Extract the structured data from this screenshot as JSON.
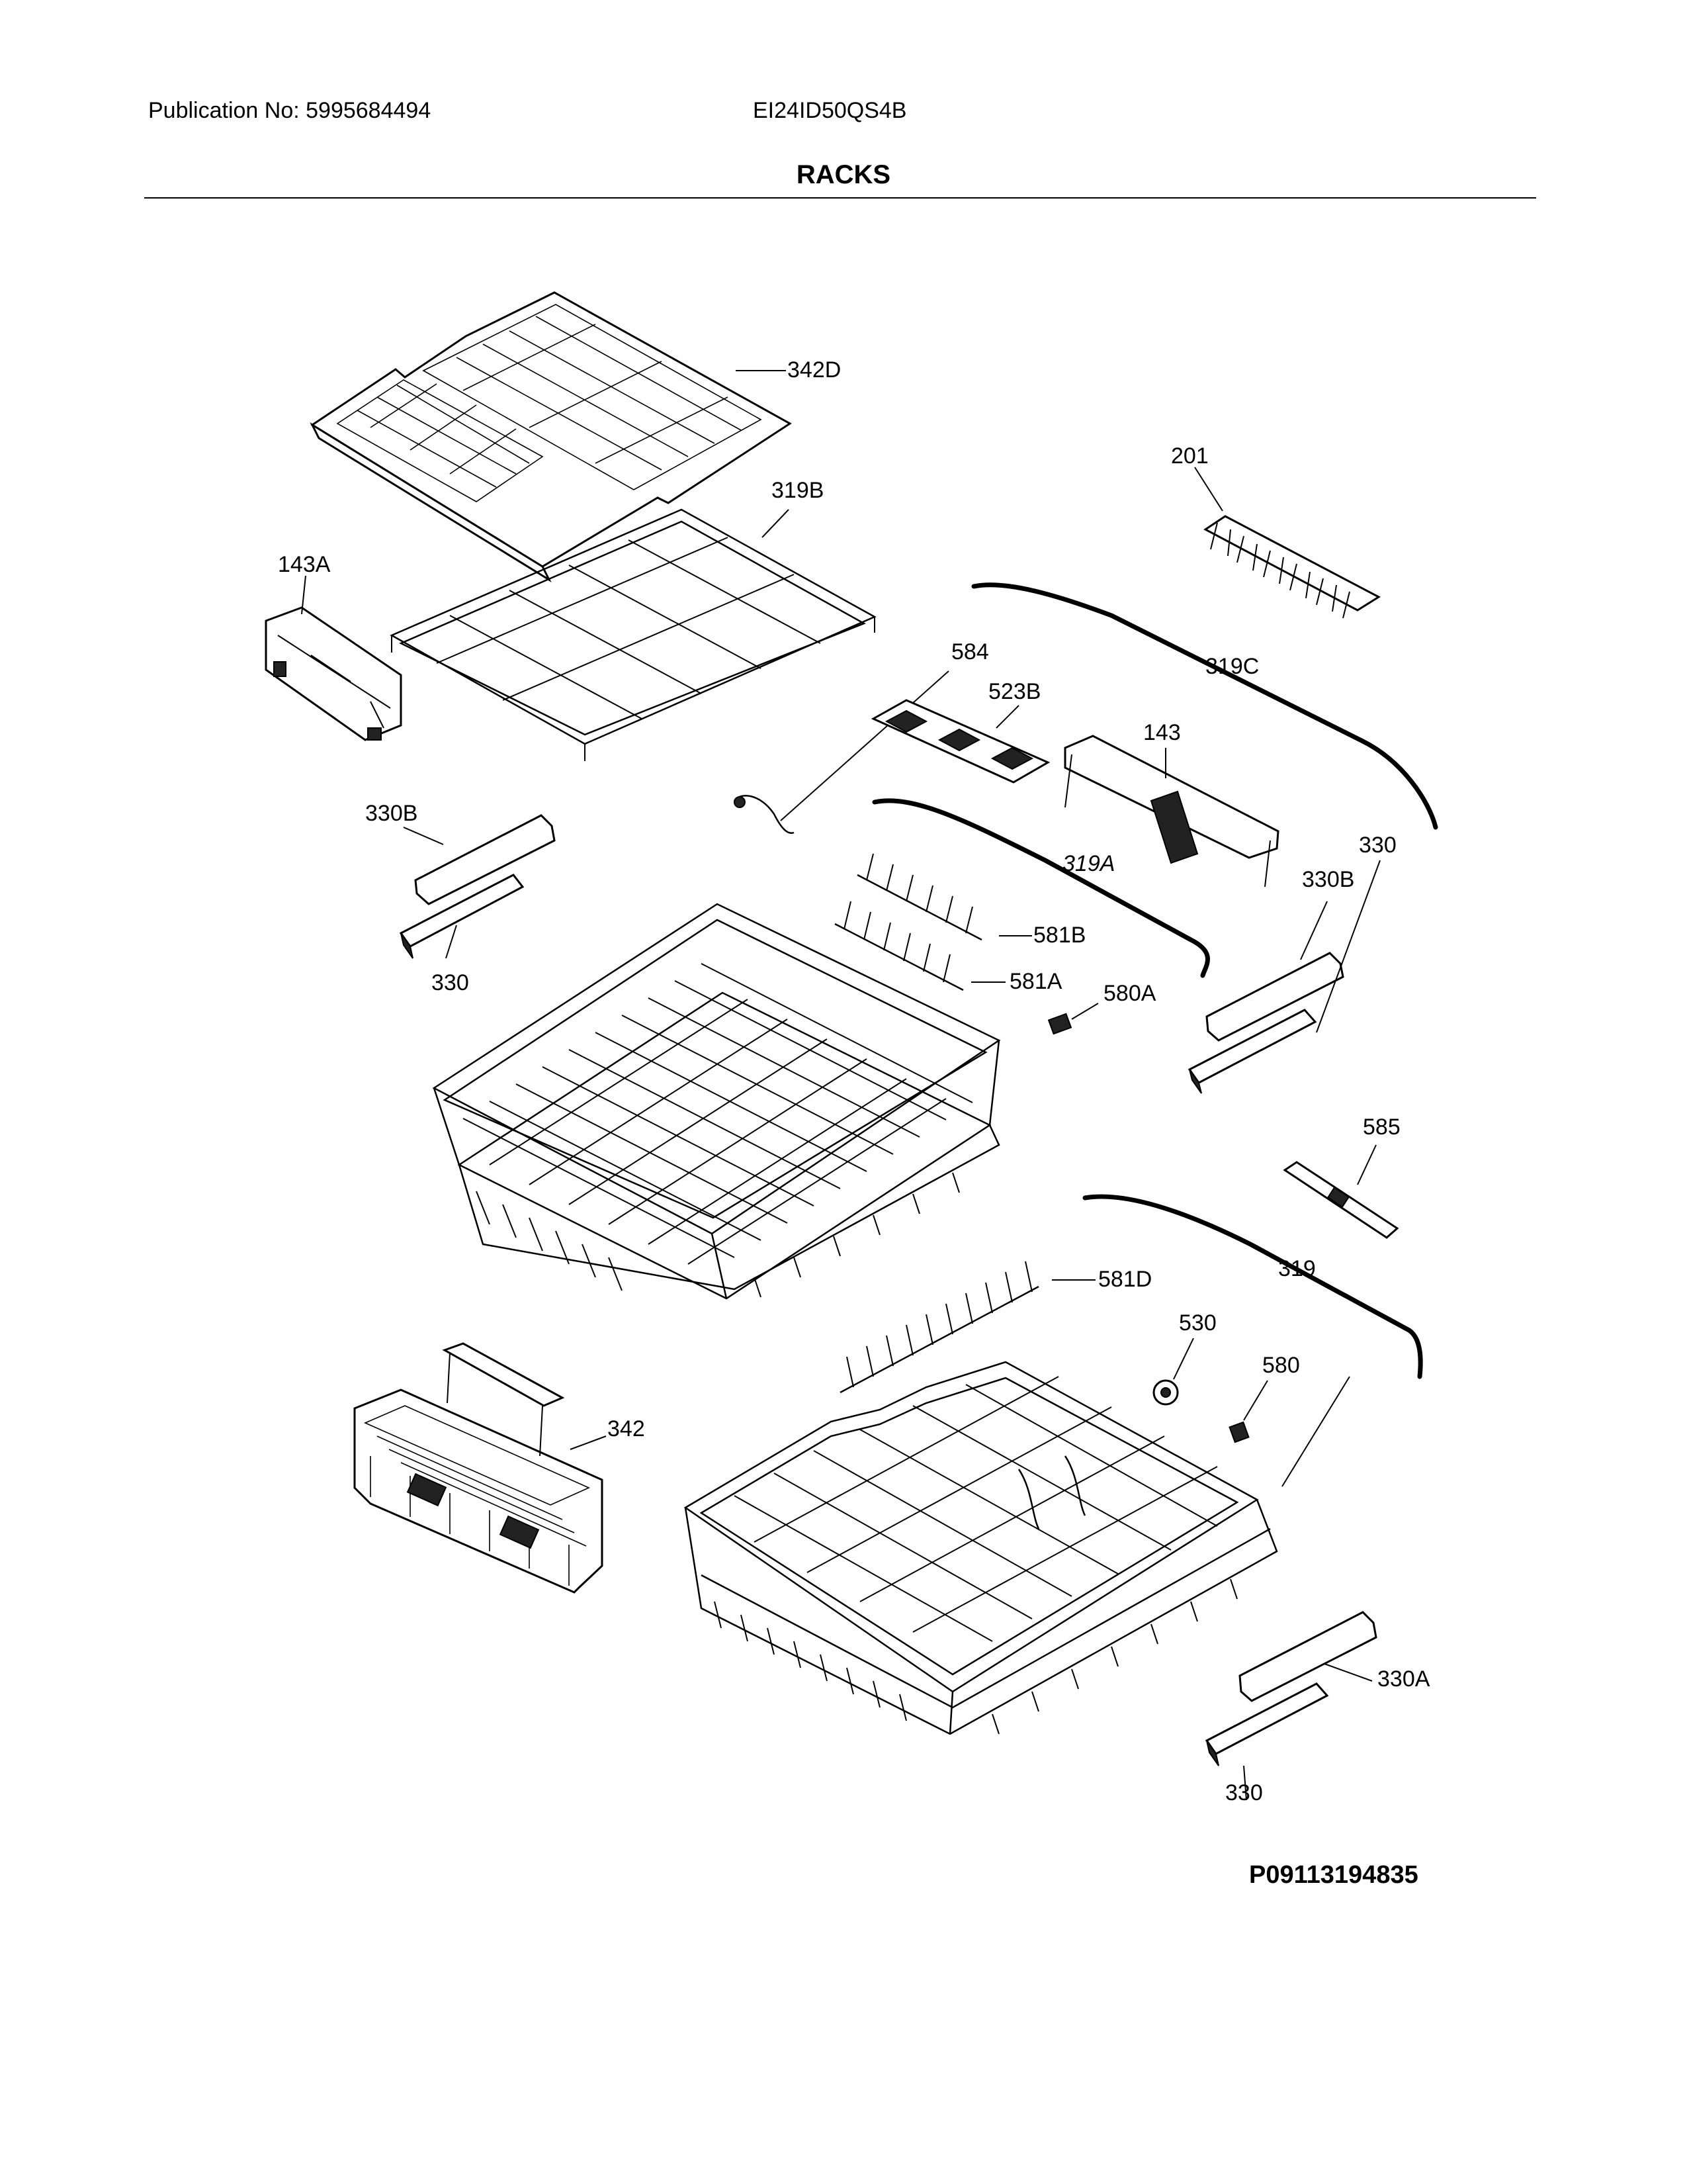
{
  "header": {
    "publication": "Publication No: 5995684494",
    "model": "EI24ID50QS4B",
    "title": "RACKS"
  },
  "footer": {
    "code": "P09113194835"
  },
  "parts": {
    "p342D": "342D",
    "p319B": "319B",
    "p201": "201",
    "p143A": "143A",
    "p584": "584",
    "p523B": "523B",
    "p319C": "319C",
    "p143": "143",
    "p330B_left": "330B",
    "p330_left": "330",
    "p319A": "319A",
    "p330_right": "330",
    "p330B_right": "330B",
    "p581B": "581B",
    "p581A": "581A",
    "p580A": "580A",
    "p585": "585",
    "p319": "319",
    "p581D": "581D",
    "p530": "530",
    "p580": "580",
    "p342": "342",
    "p330A": "330A",
    "p330_bottom": "330"
  }
}
